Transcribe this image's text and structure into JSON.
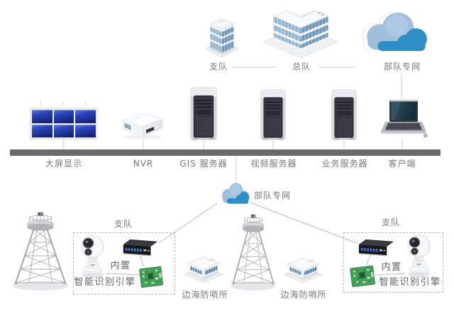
{
  "top_row": {
    "branch_hq": {
      "label": "支队",
      "icon": "office-building-small"
    },
    "general_hq": {
      "label": "总队",
      "icon": "office-building-large"
    },
    "private_network": {
      "label": "部队专网",
      "icon": "cloud"
    }
  },
  "platform_row": {
    "display_wall": {
      "label": "大屏显示",
      "icon": "monitor-wall"
    },
    "nvr": {
      "label": "NVR",
      "icon": "nvr-recorder"
    },
    "gis_server": {
      "label": "GIS 服务器",
      "icon": "tower-server"
    },
    "video_server": {
      "label": "视频服务器",
      "icon": "tower-server"
    },
    "business_server": {
      "label": "业务服务器",
      "icon": "tower-server"
    },
    "client": {
      "label": "客户端",
      "icon": "laptop"
    }
  },
  "field": {
    "network": {
      "label": "部队专网",
      "icon": "cloud"
    },
    "left_tower_icon": "watchtower",
    "center_tower_icon": "watchtower",
    "outpost_left": {
      "label": "边海防哨所",
      "icon": "outpost-building"
    },
    "outpost_right": {
      "label": "边海防哨所",
      "icon": "outpost-building"
    },
    "left_site": {
      "branch_label": "支队",
      "builtin_label": "内置",
      "engine_label": "智能识别引擎",
      "icons": [
        "ptz-camera",
        "network-switch",
        "ai-recognition-board"
      ]
    },
    "right_site": {
      "branch_label": "支队",
      "builtin_label": "内置",
      "engine_label": "智能识别引擎",
      "icons": [
        "network-switch",
        "ai-recognition-board",
        "ptz-camera"
      ]
    }
  },
  "colors": {
    "bus_bar": "#6b6b6e",
    "connector": "#c3c6ca",
    "cloud_body": "#9fbfdb",
    "cloud_accent": "#2e8ec5",
    "screen_blue": "#1b2f9e",
    "pcb_green": "#41a055",
    "label_text": "#76787c"
  }
}
